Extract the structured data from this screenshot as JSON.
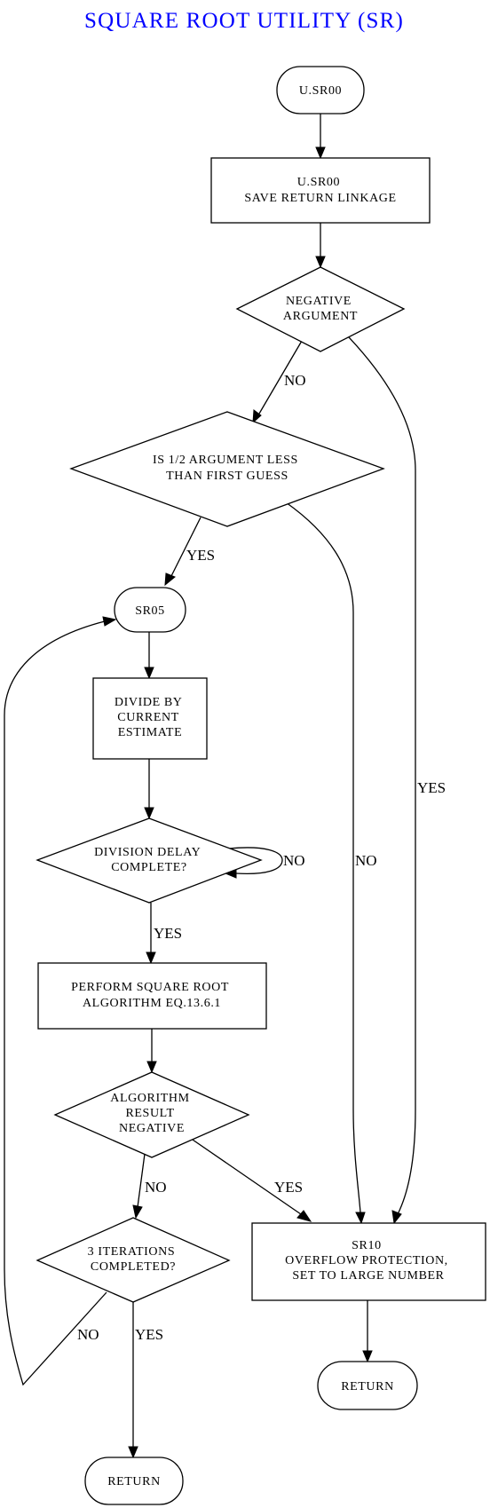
{
  "title": "SQUARE ROOT UTILITY (SR)",
  "nodes": {
    "start": [
      "U.SR00"
    ],
    "save_linkage": [
      "U.SR00",
      "SAVE RETURN LINKAGE"
    ],
    "negative_argument": [
      "NEGATIVE",
      "ARGUMENT"
    ],
    "half_argument_check": [
      "IS 1/2 ARGUMENT LESS",
      "THAN FIRST GUESS"
    ],
    "sr05": [
      "SR05"
    ],
    "divide": [
      "DIVIDE BY",
      "CURRENT",
      "ESTIMATE"
    ],
    "division_delay": [
      "DIVISION DELAY",
      "COMPLETE?"
    ],
    "perform_sqrt": [
      "PERFORM SQUARE ROOT",
      "ALGORITHM EQ.13.6.1"
    ],
    "algorithm_negative": [
      "ALGORITHM",
      "RESULT",
      "NEGATIVE"
    ],
    "iterations_check": [
      "3 ITERATIONS",
      "COMPLETED?"
    ],
    "sr10": [
      "SR10",
      "OVERFLOW PROTECTION,",
      "SET TO LARGE NUMBER"
    ],
    "return_right": [
      "RETURN"
    ],
    "return_bottom": [
      "RETURN"
    ]
  },
  "edge_labels": {
    "negative_no": "NO",
    "negative_yes": "YES",
    "half_yes": "YES",
    "half_no": "NO",
    "delay_no": "NO",
    "delay_yes": "YES",
    "algorithm_no": "NO",
    "algorithm_yes": "YES",
    "iterations_no": "NO",
    "iterations_yes": "YES"
  }
}
